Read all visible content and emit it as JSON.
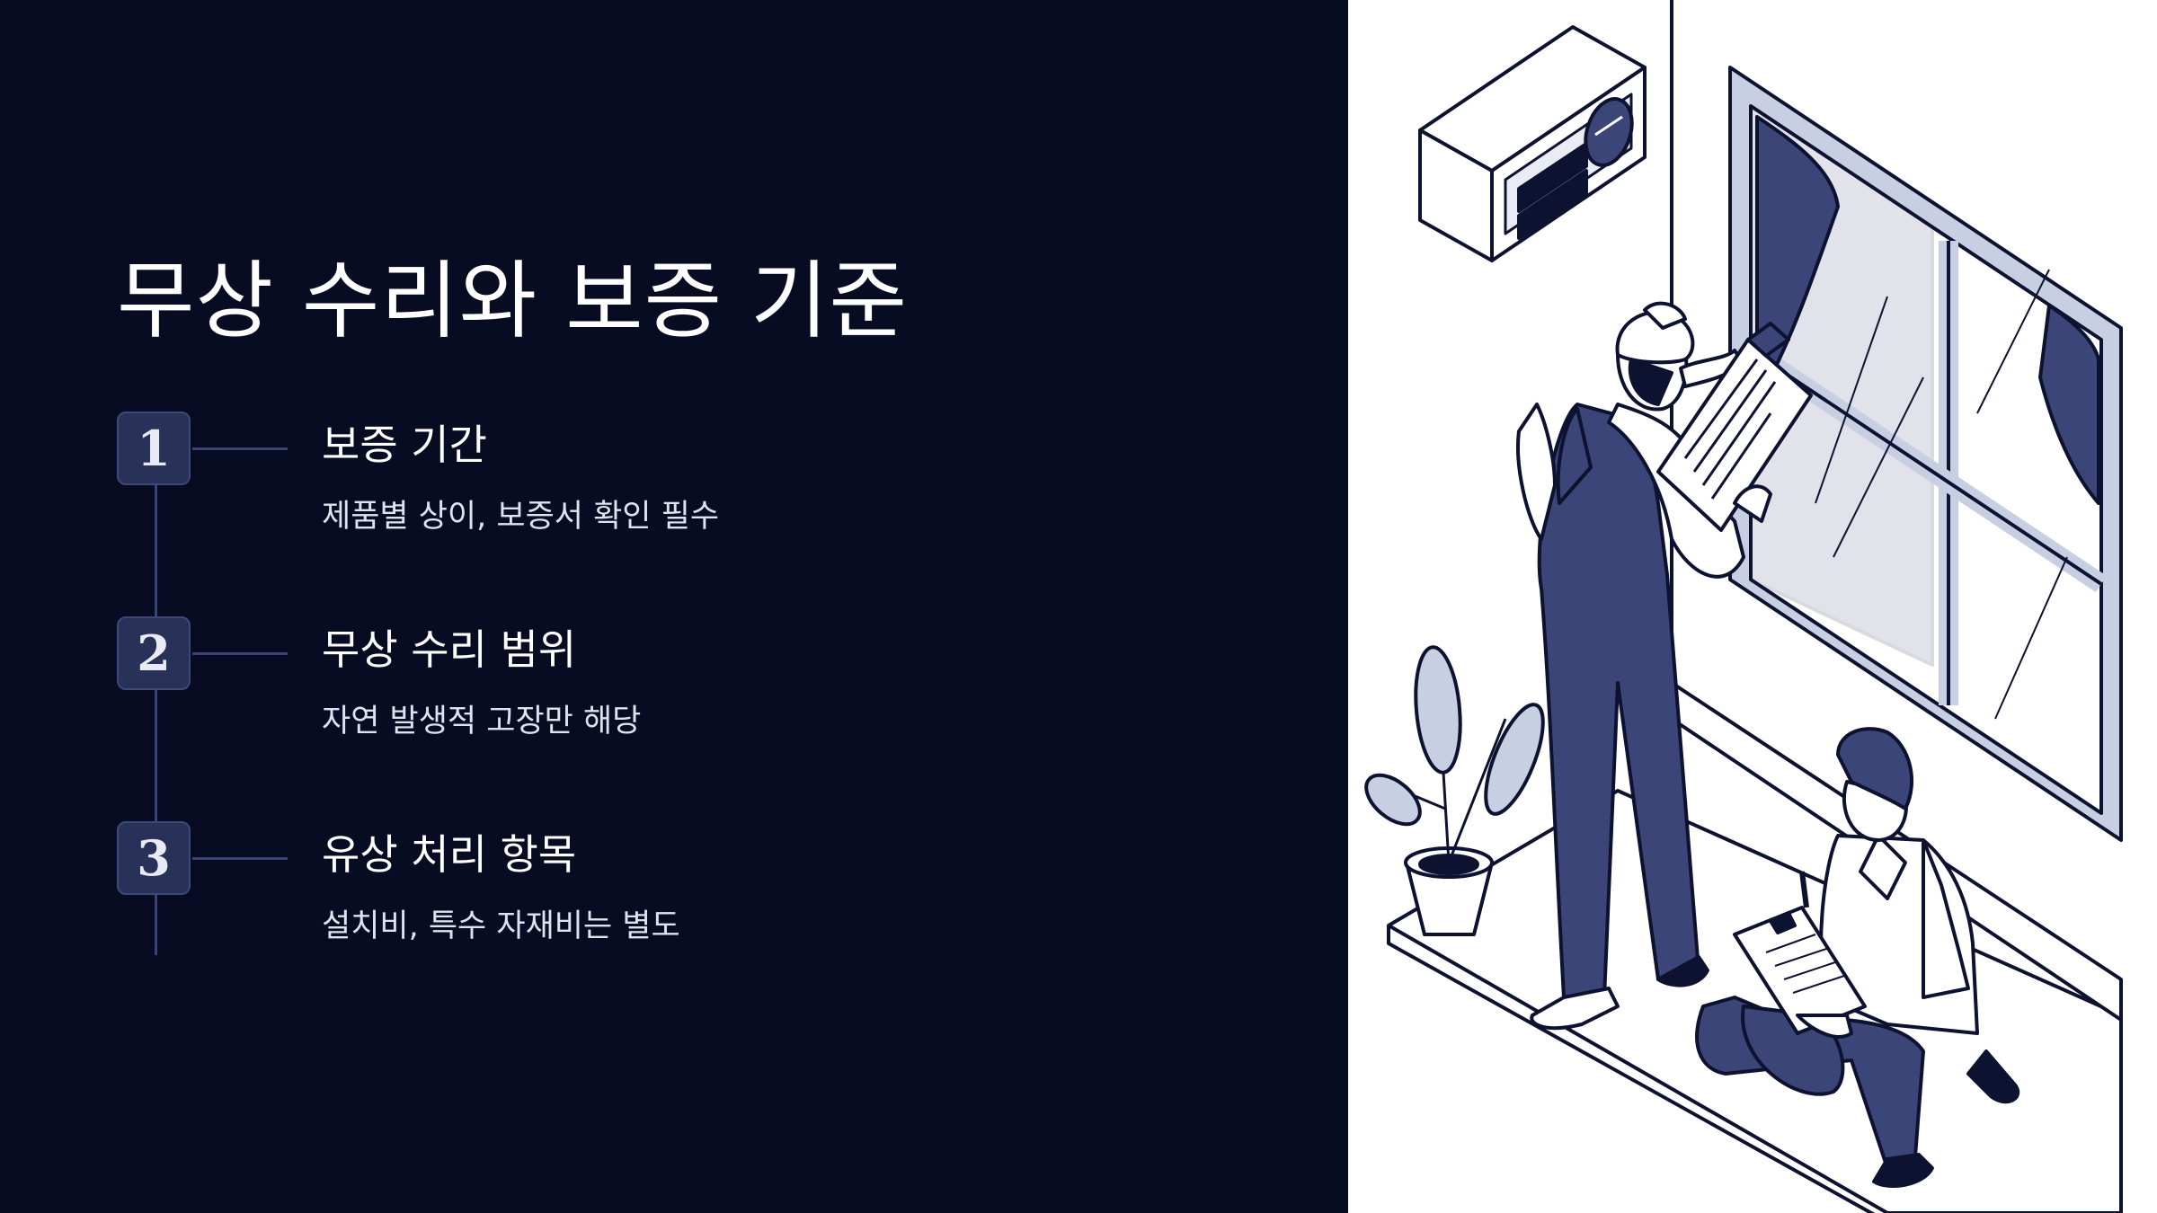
{
  "slide": {
    "title": "무상 수리와 보증 기준",
    "steps": [
      {
        "number": "1",
        "title": "보증 기간",
        "description": "제품별 상이, 보증서 확인 필수"
      },
      {
        "number": "2",
        "title": "무상 수리 범위",
        "description": "자연 발생적 고장만 해당"
      },
      {
        "number": "3",
        "title": "유상 처리 항목",
        "description": "설치비, 특수 자재비는 별도"
      }
    ]
  },
  "colors": {
    "background": "#080c22",
    "badge": "#283157",
    "line": "#3a4470",
    "illustration_navy": "#3b4577",
    "illustration_light": "#c9cfe3",
    "illustration_outline": "#0c1230"
  },
  "illustration": {
    "icons": [
      "air-conditioner-icon",
      "window-icon",
      "technician-icon",
      "clipboard-icon",
      "potted-plant-icon",
      "inspector-icon"
    ]
  }
}
